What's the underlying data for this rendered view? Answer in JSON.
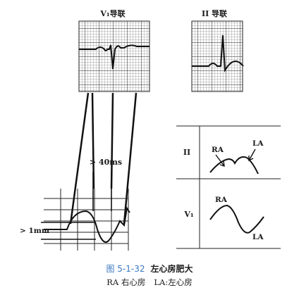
{
  "panels": {
    "v1": {
      "title": "V₁导联"
    },
    "lead2": {
      "title": "II 导联"
    }
  },
  "zoom": {
    "duration_label": "> 40ms",
    "amplitude_label": "> 1mm"
  },
  "p_wave_diagram": {
    "row1_lead": "II",
    "row2_lead": "V₁",
    "ra_label": "RA",
    "la_label": "LA"
  },
  "caption": {
    "figure_number": "图 5-1-32",
    "title": "左心房肥大",
    "abbrev_ra": "RA 右心房",
    "abbrev_la": "LA:左心房"
  },
  "colors": {
    "caption_blue": "#3a78c0",
    "ink": "#1a1a1a"
  }
}
